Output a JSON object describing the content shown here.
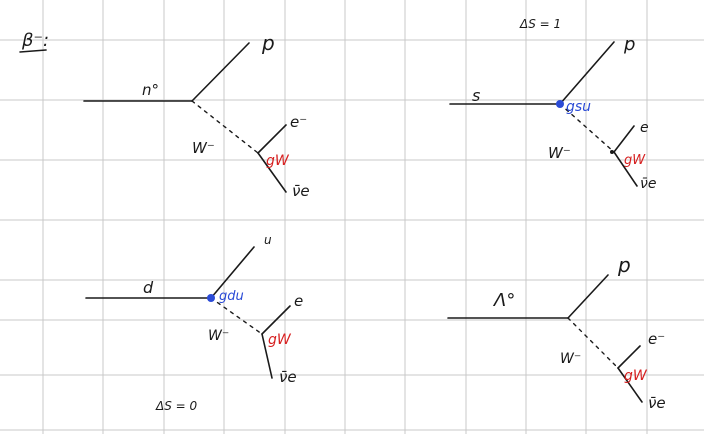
{
  "header": {
    "title": "β⁻:"
  },
  "diagrams": [
    {
      "id": "neutron-decay",
      "incoming": "n°",
      "outgoing_top": "p",
      "boson": "W⁻",
      "lepton_top": "e⁻",
      "lepton_bottom": "ν̄e",
      "coupling_lepton": "gW",
      "coupling_quark": "",
      "note": ""
    },
    {
      "id": "strange-decay",
      "incoming": "s",
      "outgoing_top": "p",
      "boson": "W⁻",
      "lepton_top": "e",
      "lepton_bottom": "ν̄e",
      "coupling_lepton": "gW",
      "coupling_quark": "gsu",
      "note": "ΔS = 1"
    },
    {
      "id": "down-decay",
      "incoming": "d",
      "outgoing_top": "u",
      "boson": "W⁻",
      "lepton_top": "e",
      "lepton_bottom": "ν̄e",
      "coupling_lepton": "gW",
      "coupling_quark": "gdu",
      "note": "ΔS = 0"
    },
    {
      "id": "lambda-decay",
      "incoming": "Λ°",
      "outgoing_top": "p",
      "boson": "W⁻",
      "lepton_top": "e⁻",
      "lepton_bottom": "ν̄e",
      "coupling_lepton": "gW",
      "coupling_quark": "",
      "note": ""
    }
  ],
  "colors": {
    "ink": "#1a1a1a",
    "quark_coupling": "#2b4bd6",
    "lepton_coupling": "#d62020",
    "grid": "#c8c8c8"
  }
}
